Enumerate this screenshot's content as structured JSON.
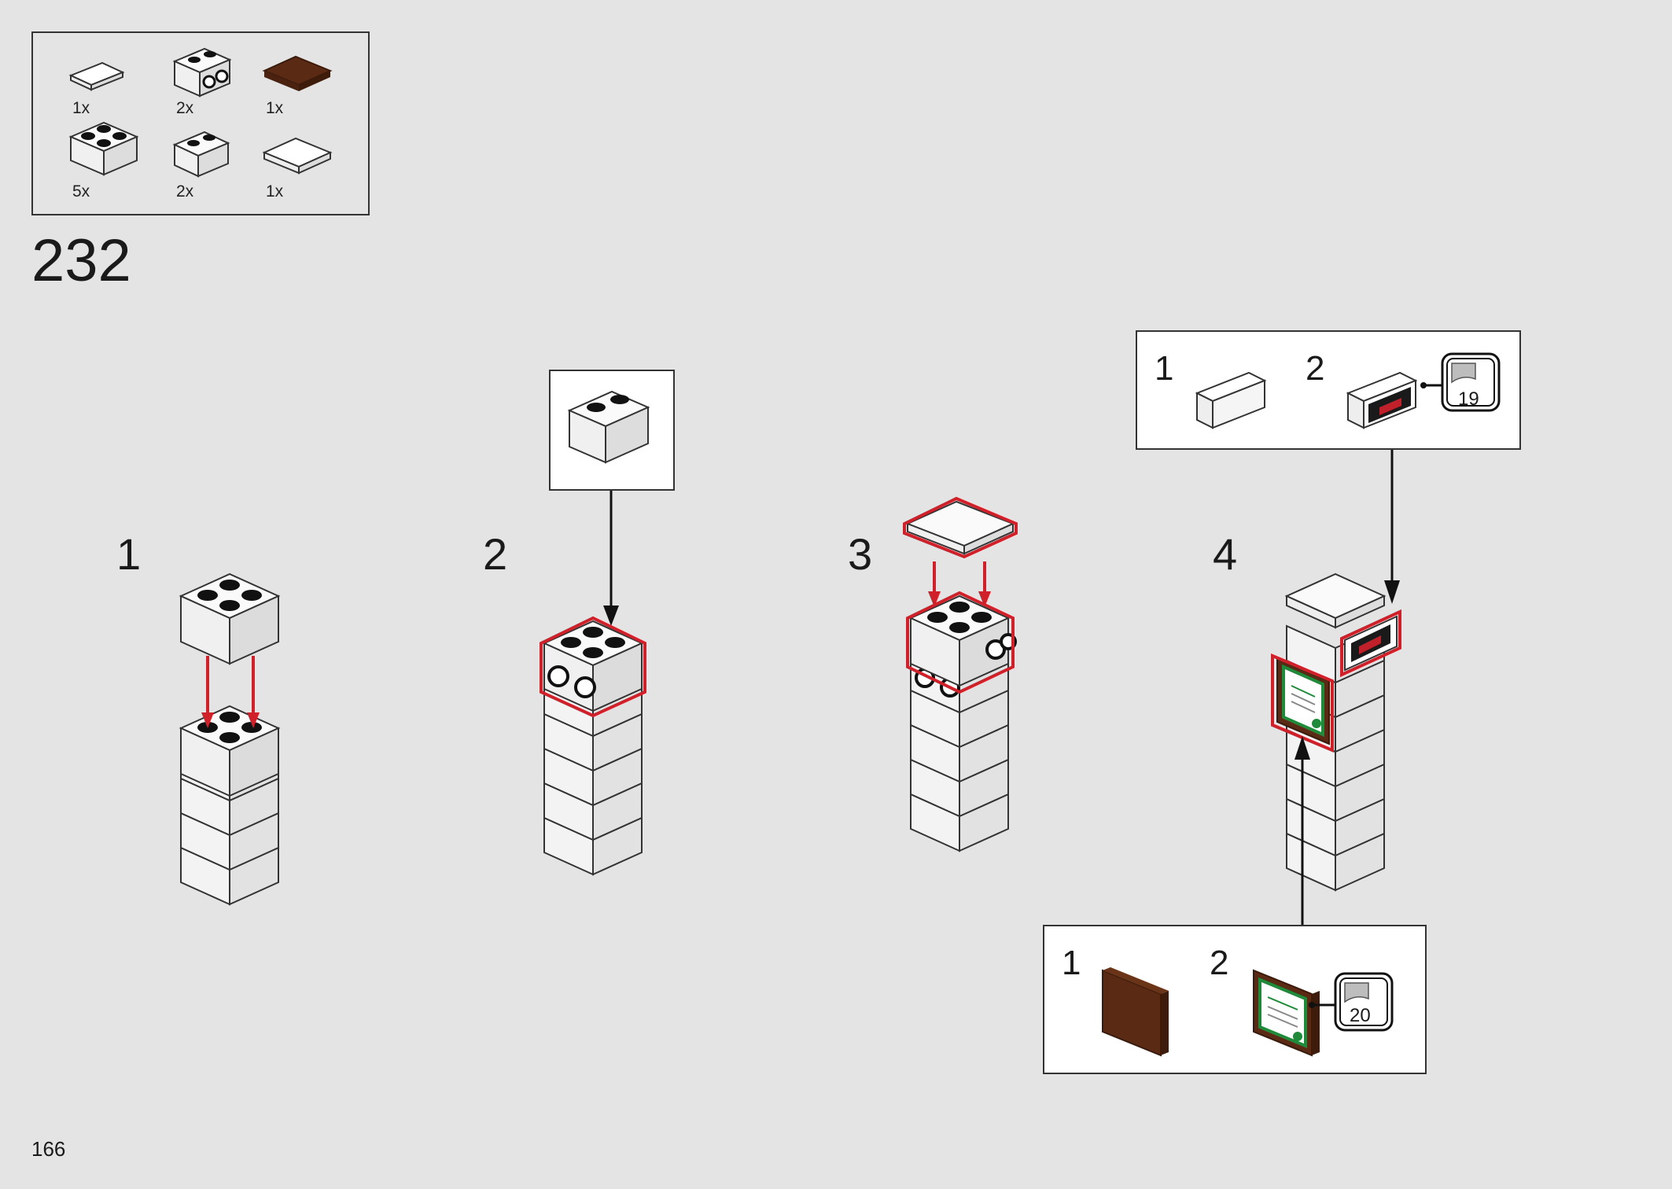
{
  "parts_list": {
    "items": [
      {
        "qty": "1x",
        "part": "tile-1x2-white"
      },
      {
        "qty": "2x",
        "part": "brick-1x2-studs-side-white"
      },
      {
        "qty": "1x",
        "part": "tile-2x2-reddish-brown"
      },
      {
        "qty": "5x",
        "part": "brick-2x2-white"
      },
      {
        "qty": "2x",
        "part": "brick-1x2-white"
      },
      {
        "qty": "1x",
        "part": "tile-2x2-white"
      }
    ]
  },
  "main_step": "232",
  "substeps": [
    {
      "number": "1"
    },
    {
      "number": "2"
    },
    {
      "number": "3"
    },
    {
      "number": "4"
    }
  ],
  "callout_top": {
    "items": [
      {
        "number": "1"
      },
      {
        "number": "2"
      }
    ],
    "sticker": "19"
  },
  "callout_bottom": {
    "items": [
      {
        "number": "1"
      },
      {
        "number": "2"
      }
    ],
    "sticker": "20"
  },
  "page_number": "166",
  "colors": {
    "background": "#e4e4e4",
    "highlight": "#d0202a",
    "brick": "#ffffff",
    "reddish_brown": "#5a2a14",
    "certificate_green": "#1f8a3a"
  }
}
